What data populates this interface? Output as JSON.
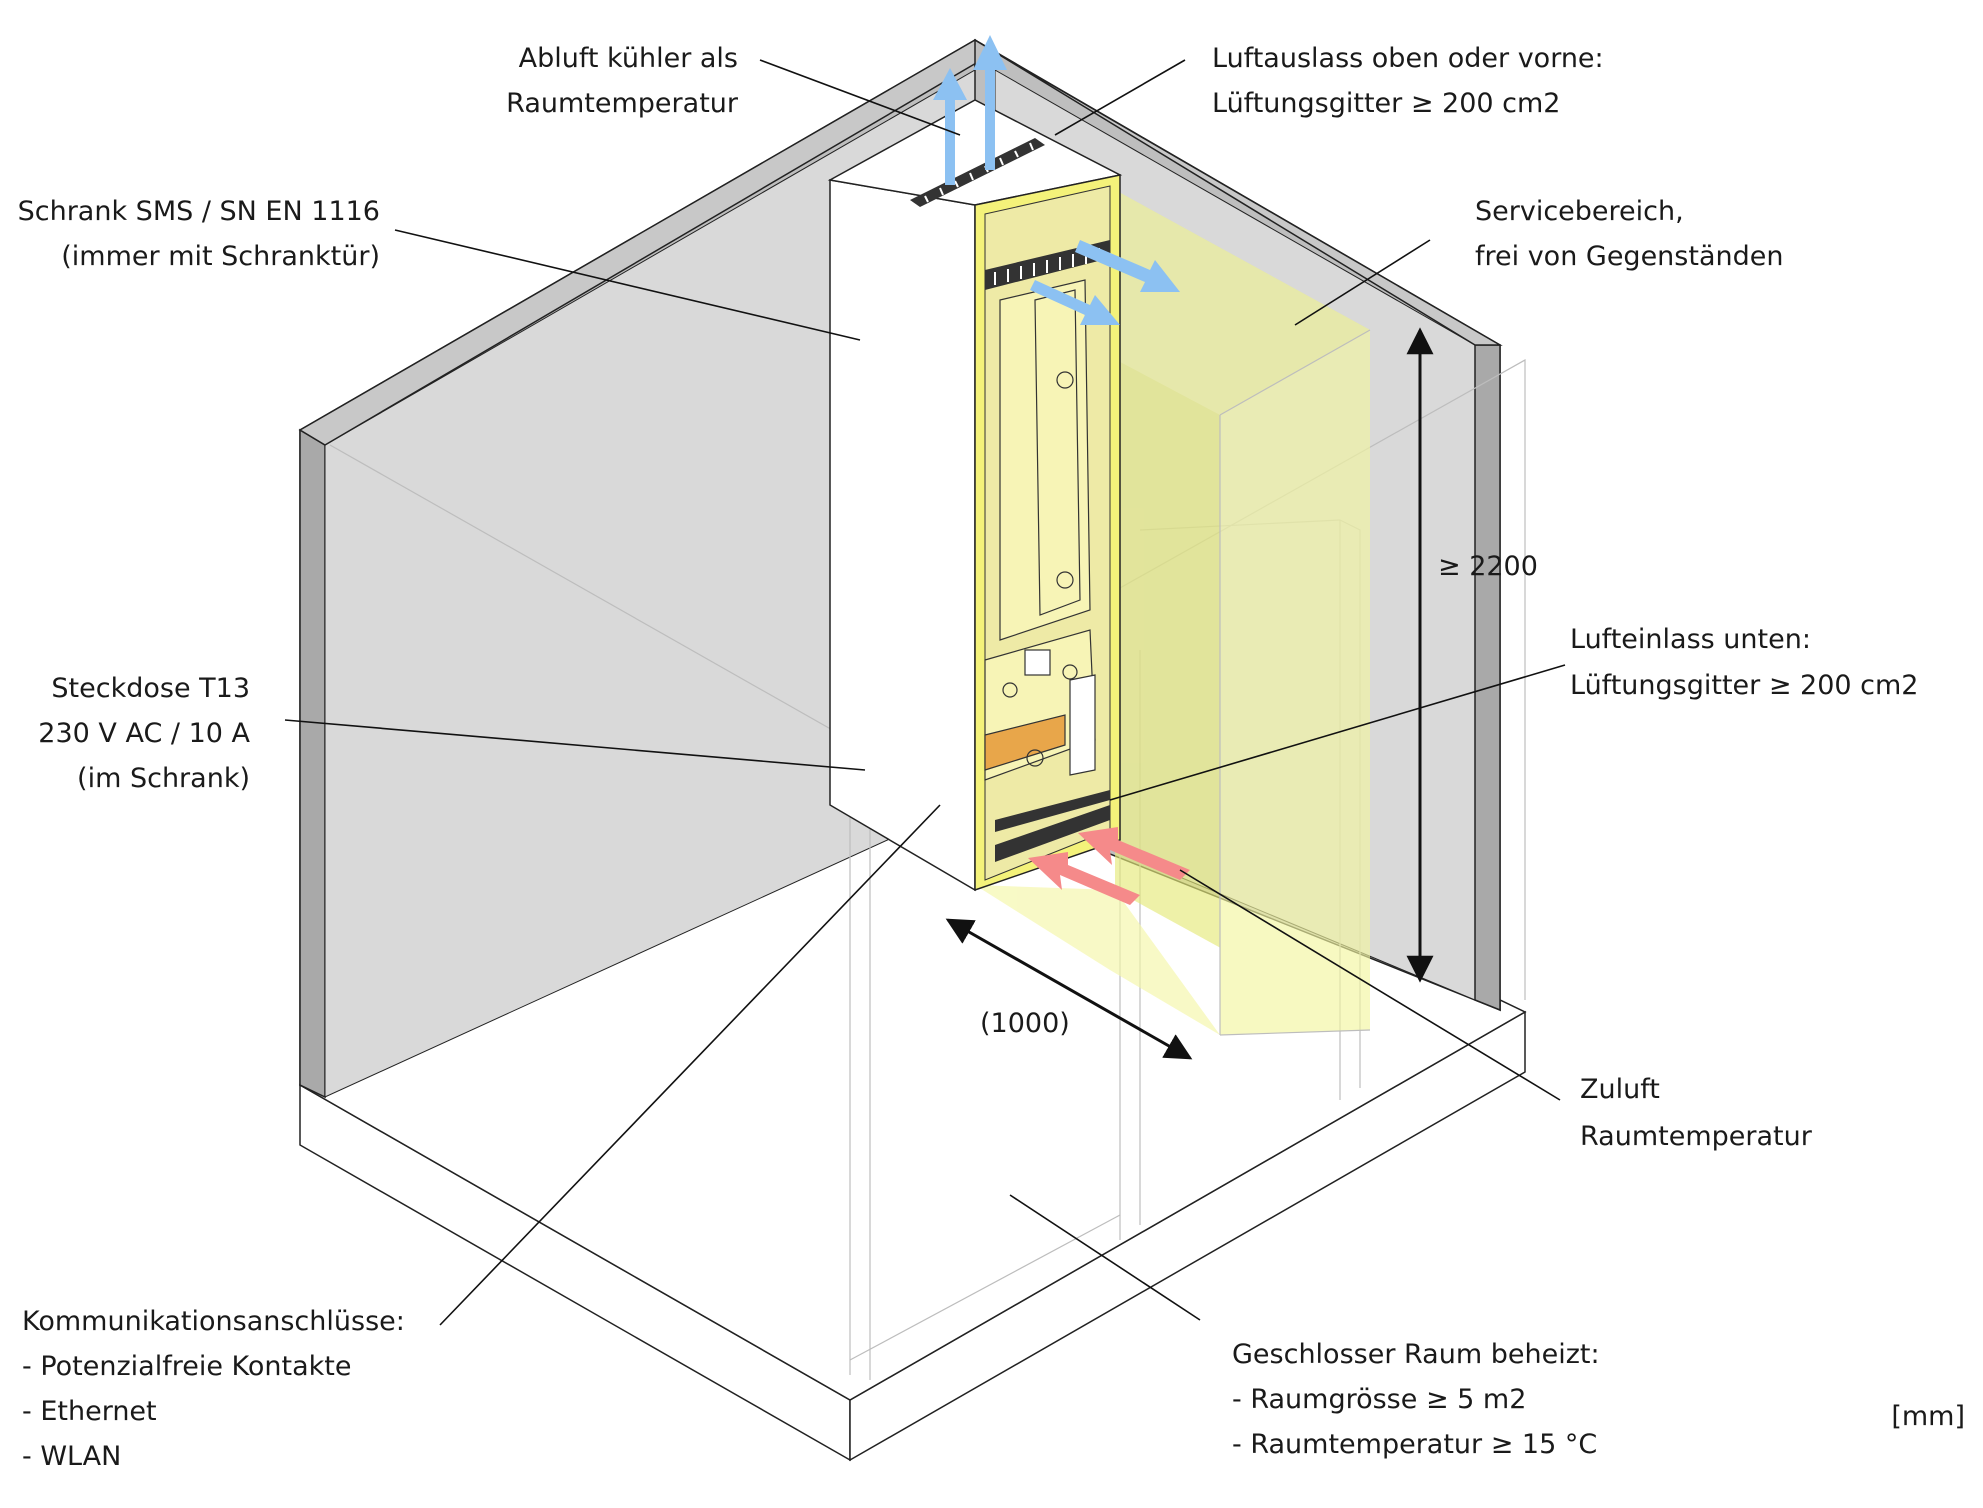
{
  "labels": {
    "exhaust": [
      "Abluft kühler als",
      "Raumtemperatur"
    ],
    "outlet": [
      "Luftauslass oben oder vorne:",
      "Lüftungsgitter ≥ 200 cm2"
    ],
    "cabinet": [
      "Schrank SMS / SN EN 1116",
      "(immer mit Schranktür)"
    ],
    "service": [
      "Servicebereich,",
      "frei von Gegenständen"
    ],
    "height": "≥ 2200",
    "inlet": [
      "Lufteinlass unten:",
      "Lüftungsgitter ≥ 200 cm2"
    ],
    "socket": [
      "Steckdose T13",
      "230 V AC / 10 A",
      "(im Schrank)"
    ],
    "depth": "(1000)",
    "supply": [
      "Zuluft",
      "Raumtemperatur"
    ],
    "comms": [
      "Kommunikationsanschlüsse:",
      "- Potenzialfreie Kontakte",
      "- Ethernet",
      "- WLAN"
    ],
    "room": [
      "Geschlosser Raum beheizt:",
      "- Raumgrösse ≥ 5 m2",
      "- Raumtemperatur ≥ 15 °C"
    ],
    "unit": "[mm]"
  },
  "colors": {
    "service_area": "#e6ea7a",
    "exhaust_arrow": "#8cc1f2",
    "intake_arrow": "#f58a8a",
    "wall_dark": "#bebebe",
    "wall_light": "#d9d9d9",
    "device_orange": "#e8a64a"
  },
  "icons": [
    "exhaust-arrow-icon",
    "intake-arrow-icon",
    "dimension-arrow-icon"
  ]
}
